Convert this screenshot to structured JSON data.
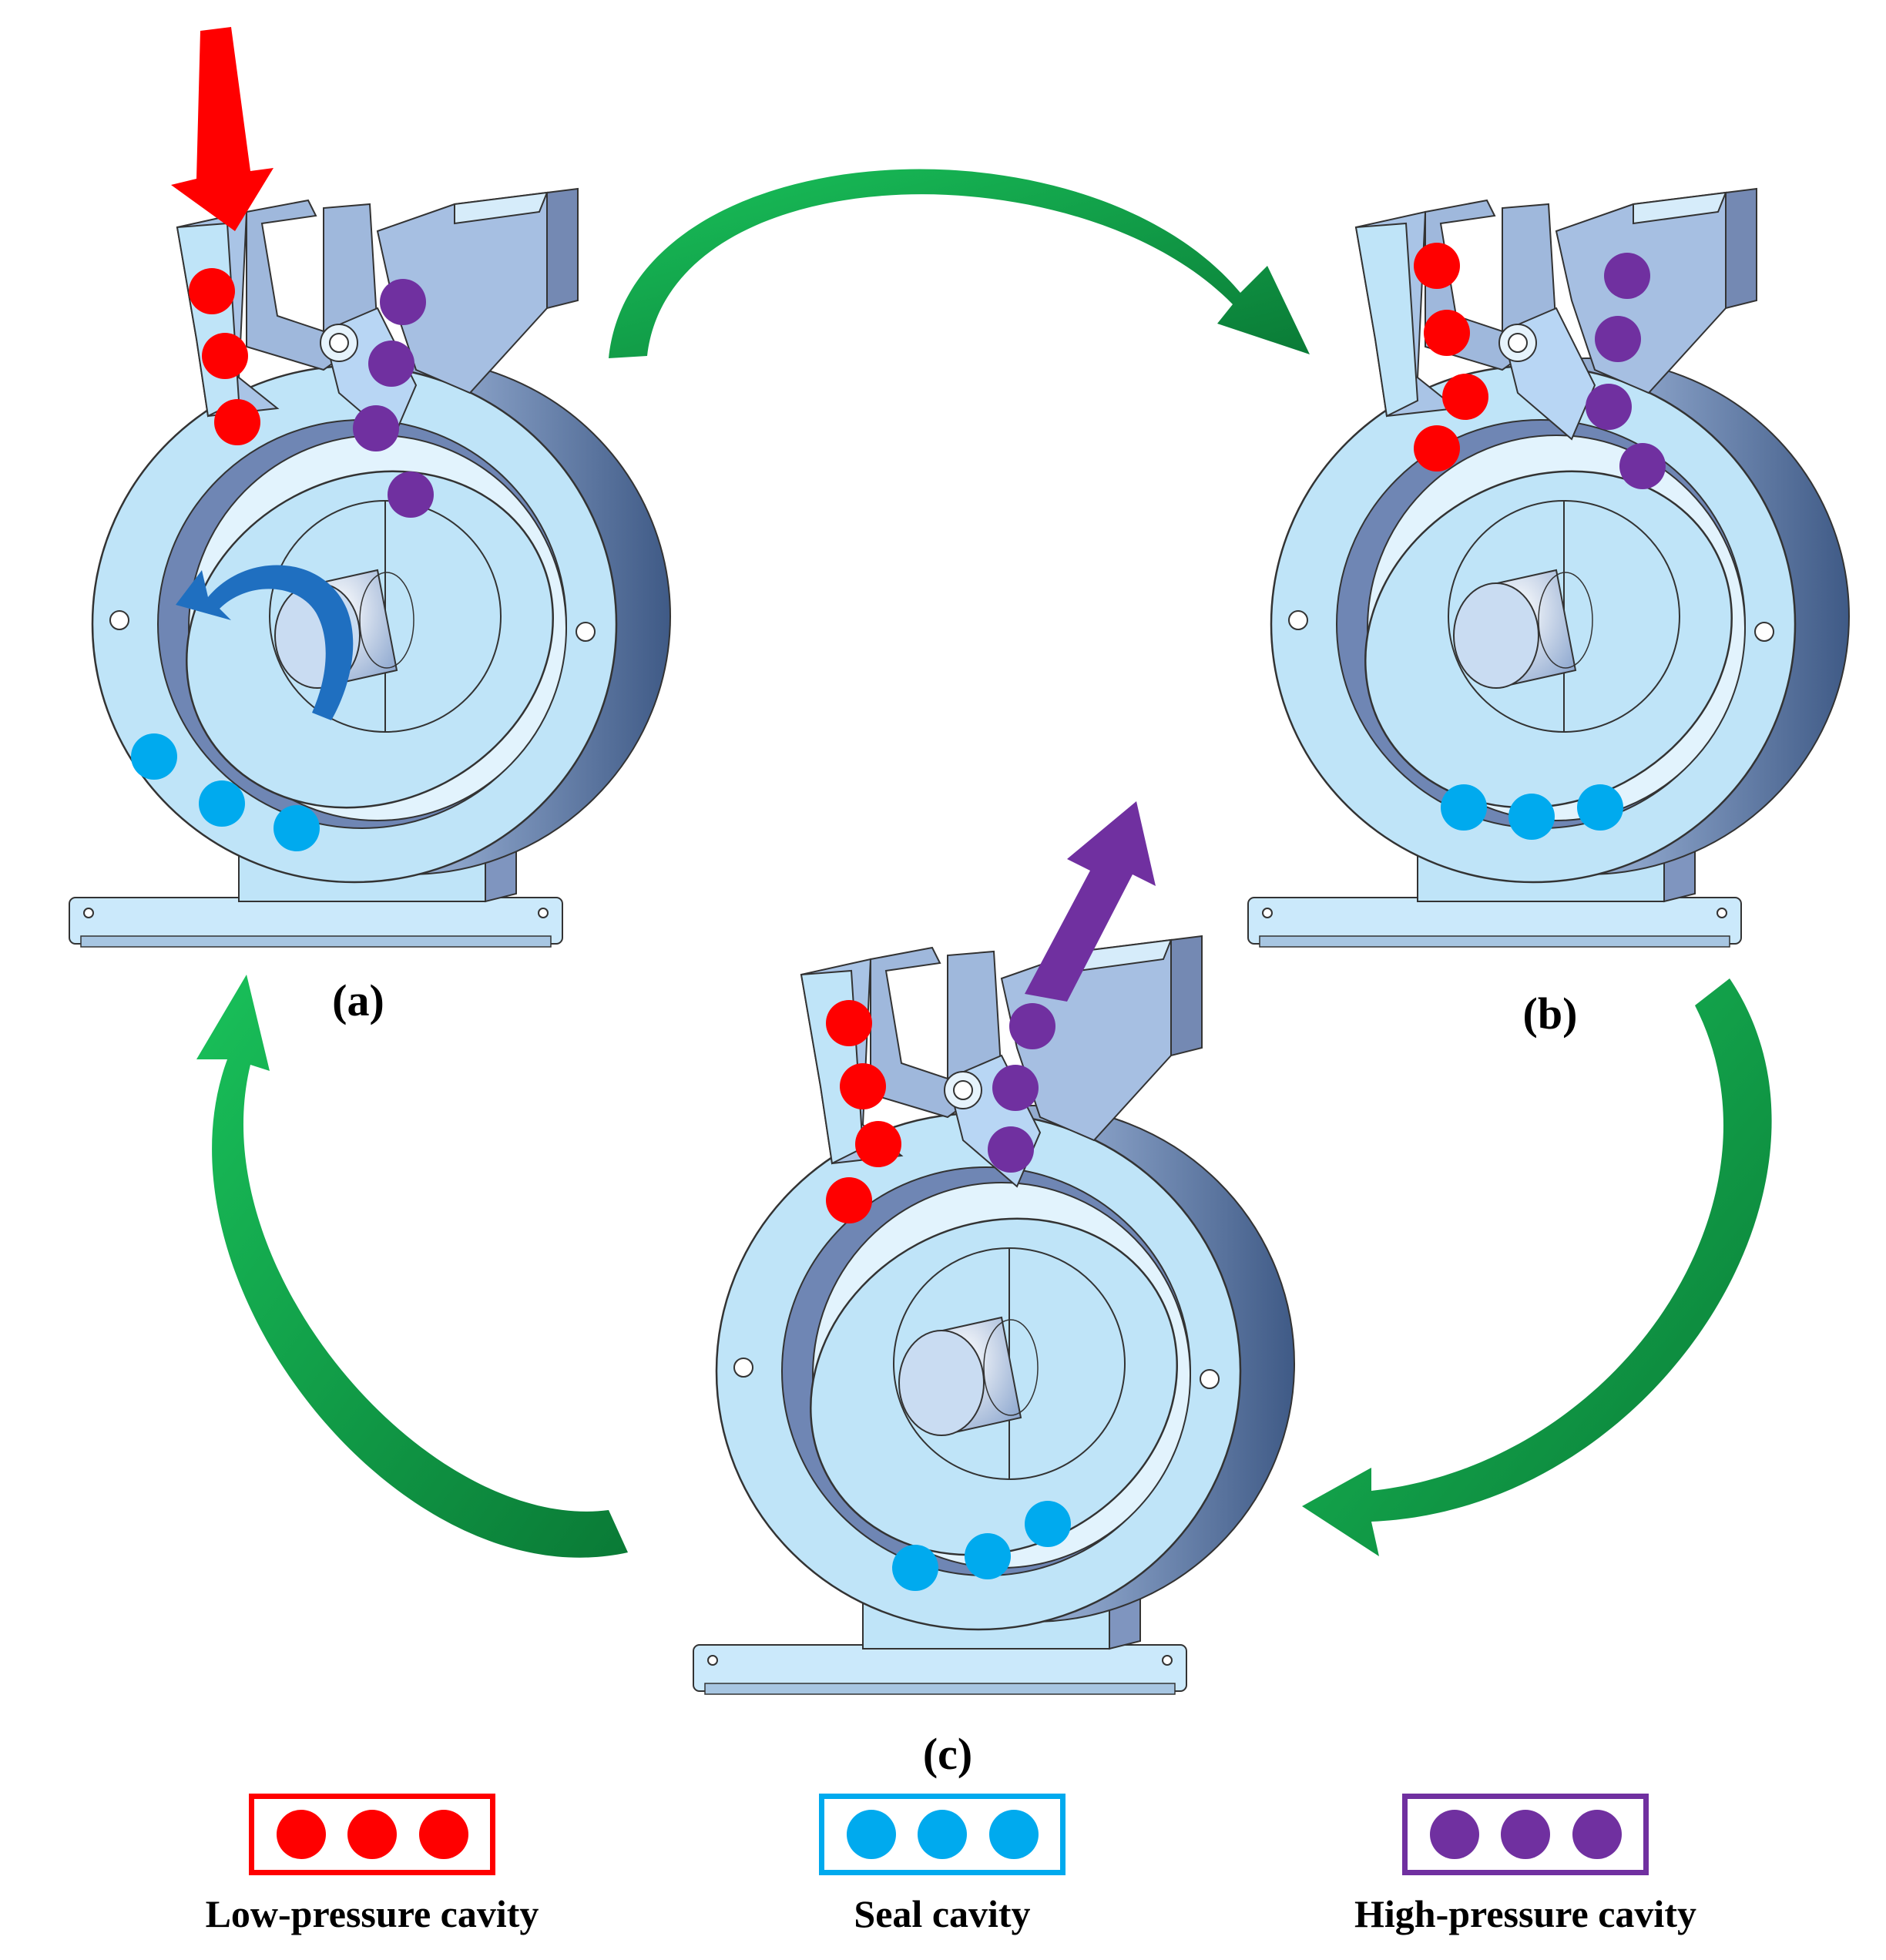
{
  "panels": [
    {
      "id": "a",
      "label": "(a)"
    },
    {
      "id": "b",
      "label": "(b)"
    },
    {
      "id": "c",
      "label": "(c)"
    }
  ],
  "legend": [
    {
      "label": "Low-pressure cavity",
      "color": "#ff0000"
    },
    {
      "label": "Seal cavity",
      "color": "#00aaee"
    },
    {
      "label": "High-pressure cavity",
      "color": "#7030a0"
    }
  ],
  "colors": {
    "body": "#bfe4f8",
    "body_dark": "#6f86b4",
    "cycle_arrow": "#0aa84a",
    "rotation_arrow": "#1f6fc0",
    "inlet_arrow": "#ff0000",
    "outlet_arrow": "#7030a0"
  }
}
